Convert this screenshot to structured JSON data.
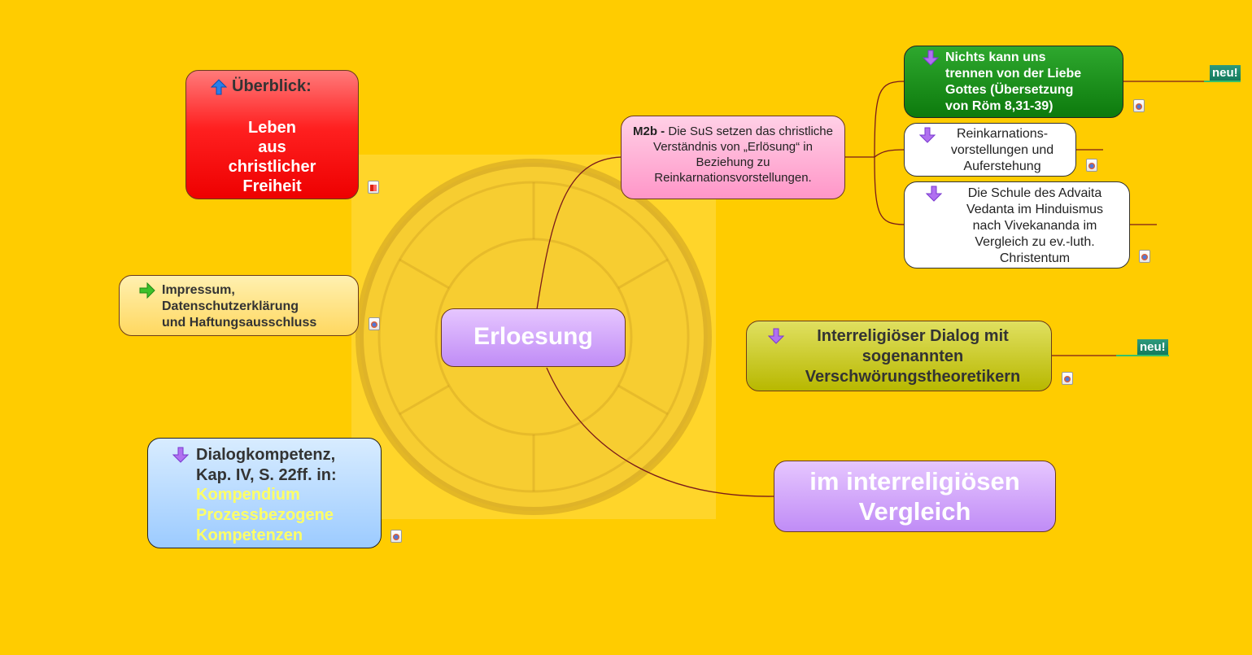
{
  "overview": {
    "title": "Überblick:",
    "text": "Leben\naus\nchristlicher\nFreiheit"
  },
  "imprint": {
    "text": "Impressum,\nDatenschutzerklärung\nund Haftungsausschluss"
  },
  "center": {
    "label": "Erloesung"
  },
  "dialog_competence": {
    "text": "Dialogkompetenz,\nKap. IV, S. 22ff. in:",
    "link": "Kompendium\nProzessbezogene\nKompetenzen"
  },
  "m2b": {
    "code": "M2b -",
    "description": "Die SuS setzen das christliche Verständnis von „Erlösung“ in Beziehung zu Reinkarnationsvorstellungen."
  },
  "romans": {
    "text": "Nichts kann uns\ntrennen von der Liebe\nGottes (Übersetzung\nvon Röm 8,31-39)",
    "badge": "neu!"
  },
  "reincarnation": {
    "text": "Reinkarnations-\nvorstellungen und\nAuferstehung"
  },
  "advaita": {
    "text": "Die Schule des Advaita\nVedanta im Hinduismus\nnach Vivekananda im\nVergleich zu ev.-luth.\nChristentum"
  },
  "conspiracy_dialog": {
    "text": "Interreligiöser Dialog mit\nsogenannten\nVerschwörungstheoretikern",
    "badge": "neu!"
  },
  "comparison": {
    "text": "im interreligiösen\nVergleich"
  },
  "colors": {
    "background": "#ffcc00",
    "overview": "#ff2020",
    "center": "#c08cf6",
    "m2b": "#ff96c8",
    "romans": "#0d7a0d",
    "conspiracy_dialog": "#b8b800",
    "dialog_competence": "#9ccbff",
    "link_text": "#ffff66",
    "badge": "#147a5d"
  }
}
